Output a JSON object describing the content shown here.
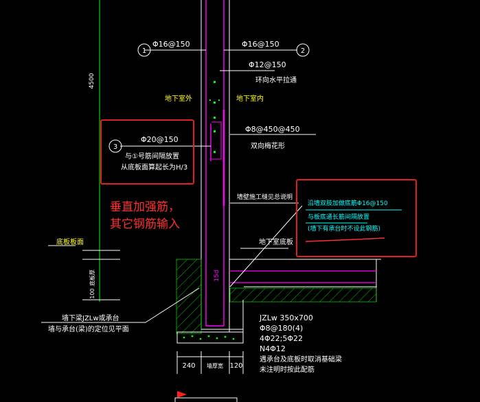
{
  "colors": {
    "background": "#000000",
    "line_white": "#ffffff",
    "line_green": "#00ff00",
    "line_magenta": "#ff00ff",
    "text_yellow": "#ffff00",
    "text_cyan": "#00ffff",
    "annotation_red": "#ff3030",
    "hatch_green": "#00c800"
  },
  "labels": {
    "callout_1": "1",
    "callout_2": "2",
    "callout_3": "3",
    "rebar_1": "Φ16@150",
    "rebar_2": "Φ16@150",
    "horiz_bar": "Φ12@150",
    "horiz_bar_note": "环向水平拉通",
    "outside": "地下室外",
    "inside": "地下室内",
    "tie_bar": "Φ8@450@450",
    "tie_note": "双向梅花形",
    "rebar_3": "Φ20@150",
    "rebar_3_note1": "与①号筋间隔放置",
    "rebar_3_note2": "从底板面算起长为H/3",
    "height": "4500",
    "wall_note": "墙壁施工缝见总说明",
    "slab_bar": "沿墙双肢加做底筋Φ16@150",
    "slab_note1": "与板底通长筋间隔放置",
    "slab_note2": "(墙下有承台时不设此钢筋)",
    "floor_label": "地下室底板",
    "base_label": "底板板面",
    "slab_thk": "底板厚",
    "dim_100": "100",
    "anchor": "15d",
    "beam_note1": "墙下梁JZLw或承台",
    "beam_note2": "墙与承台(梁)的定位见平面",
    "beam_id": "JZLw 350x700",
    "beam_stirrup": "Φ8@180(4)",
    "beam_main": "4Φ22;5Φ22",
    "beam_side": "N4Φ12",
    "beam_note3": "遇承台及底板时取消基础梁",
    "beam_note4": "未注明时按此配筋",
    "dim_240": "240",
    "dim_wall": "墙厚宽",
    "dim_120": "120",
    "annotation_line1": "垂直加强筋，",
    "annotation_line2": "其它钢筋输入"
  }
}
